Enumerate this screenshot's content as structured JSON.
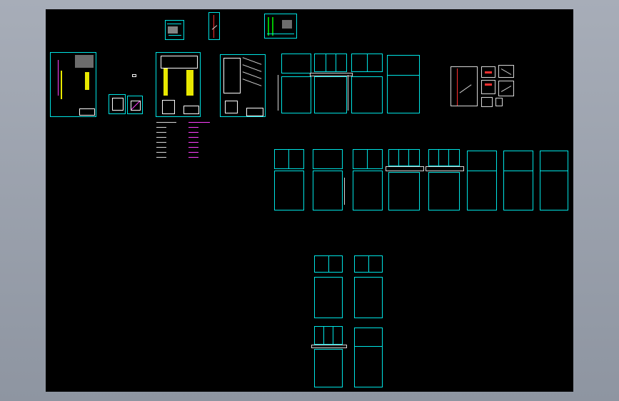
{
  "viewer": {
    "background_color": "#000000",
    "outer_color": "#9aa0ab",
    "line_color_primary": "#00e5e5",
    "line_color_secondary": "#d8d8d8",
    "accent_colors": [
      "#e8e800",
      "#ff40ff",
      "#ff3030"
    ]
  },
  "drawing": {
    "cabinet_count_row1": 4,
    "cabinet_count_row2": 8,
    "cabinet_count_row3": 4,
    "notes_left_count": 8,
    "notes_right_count": 8
  }
}
